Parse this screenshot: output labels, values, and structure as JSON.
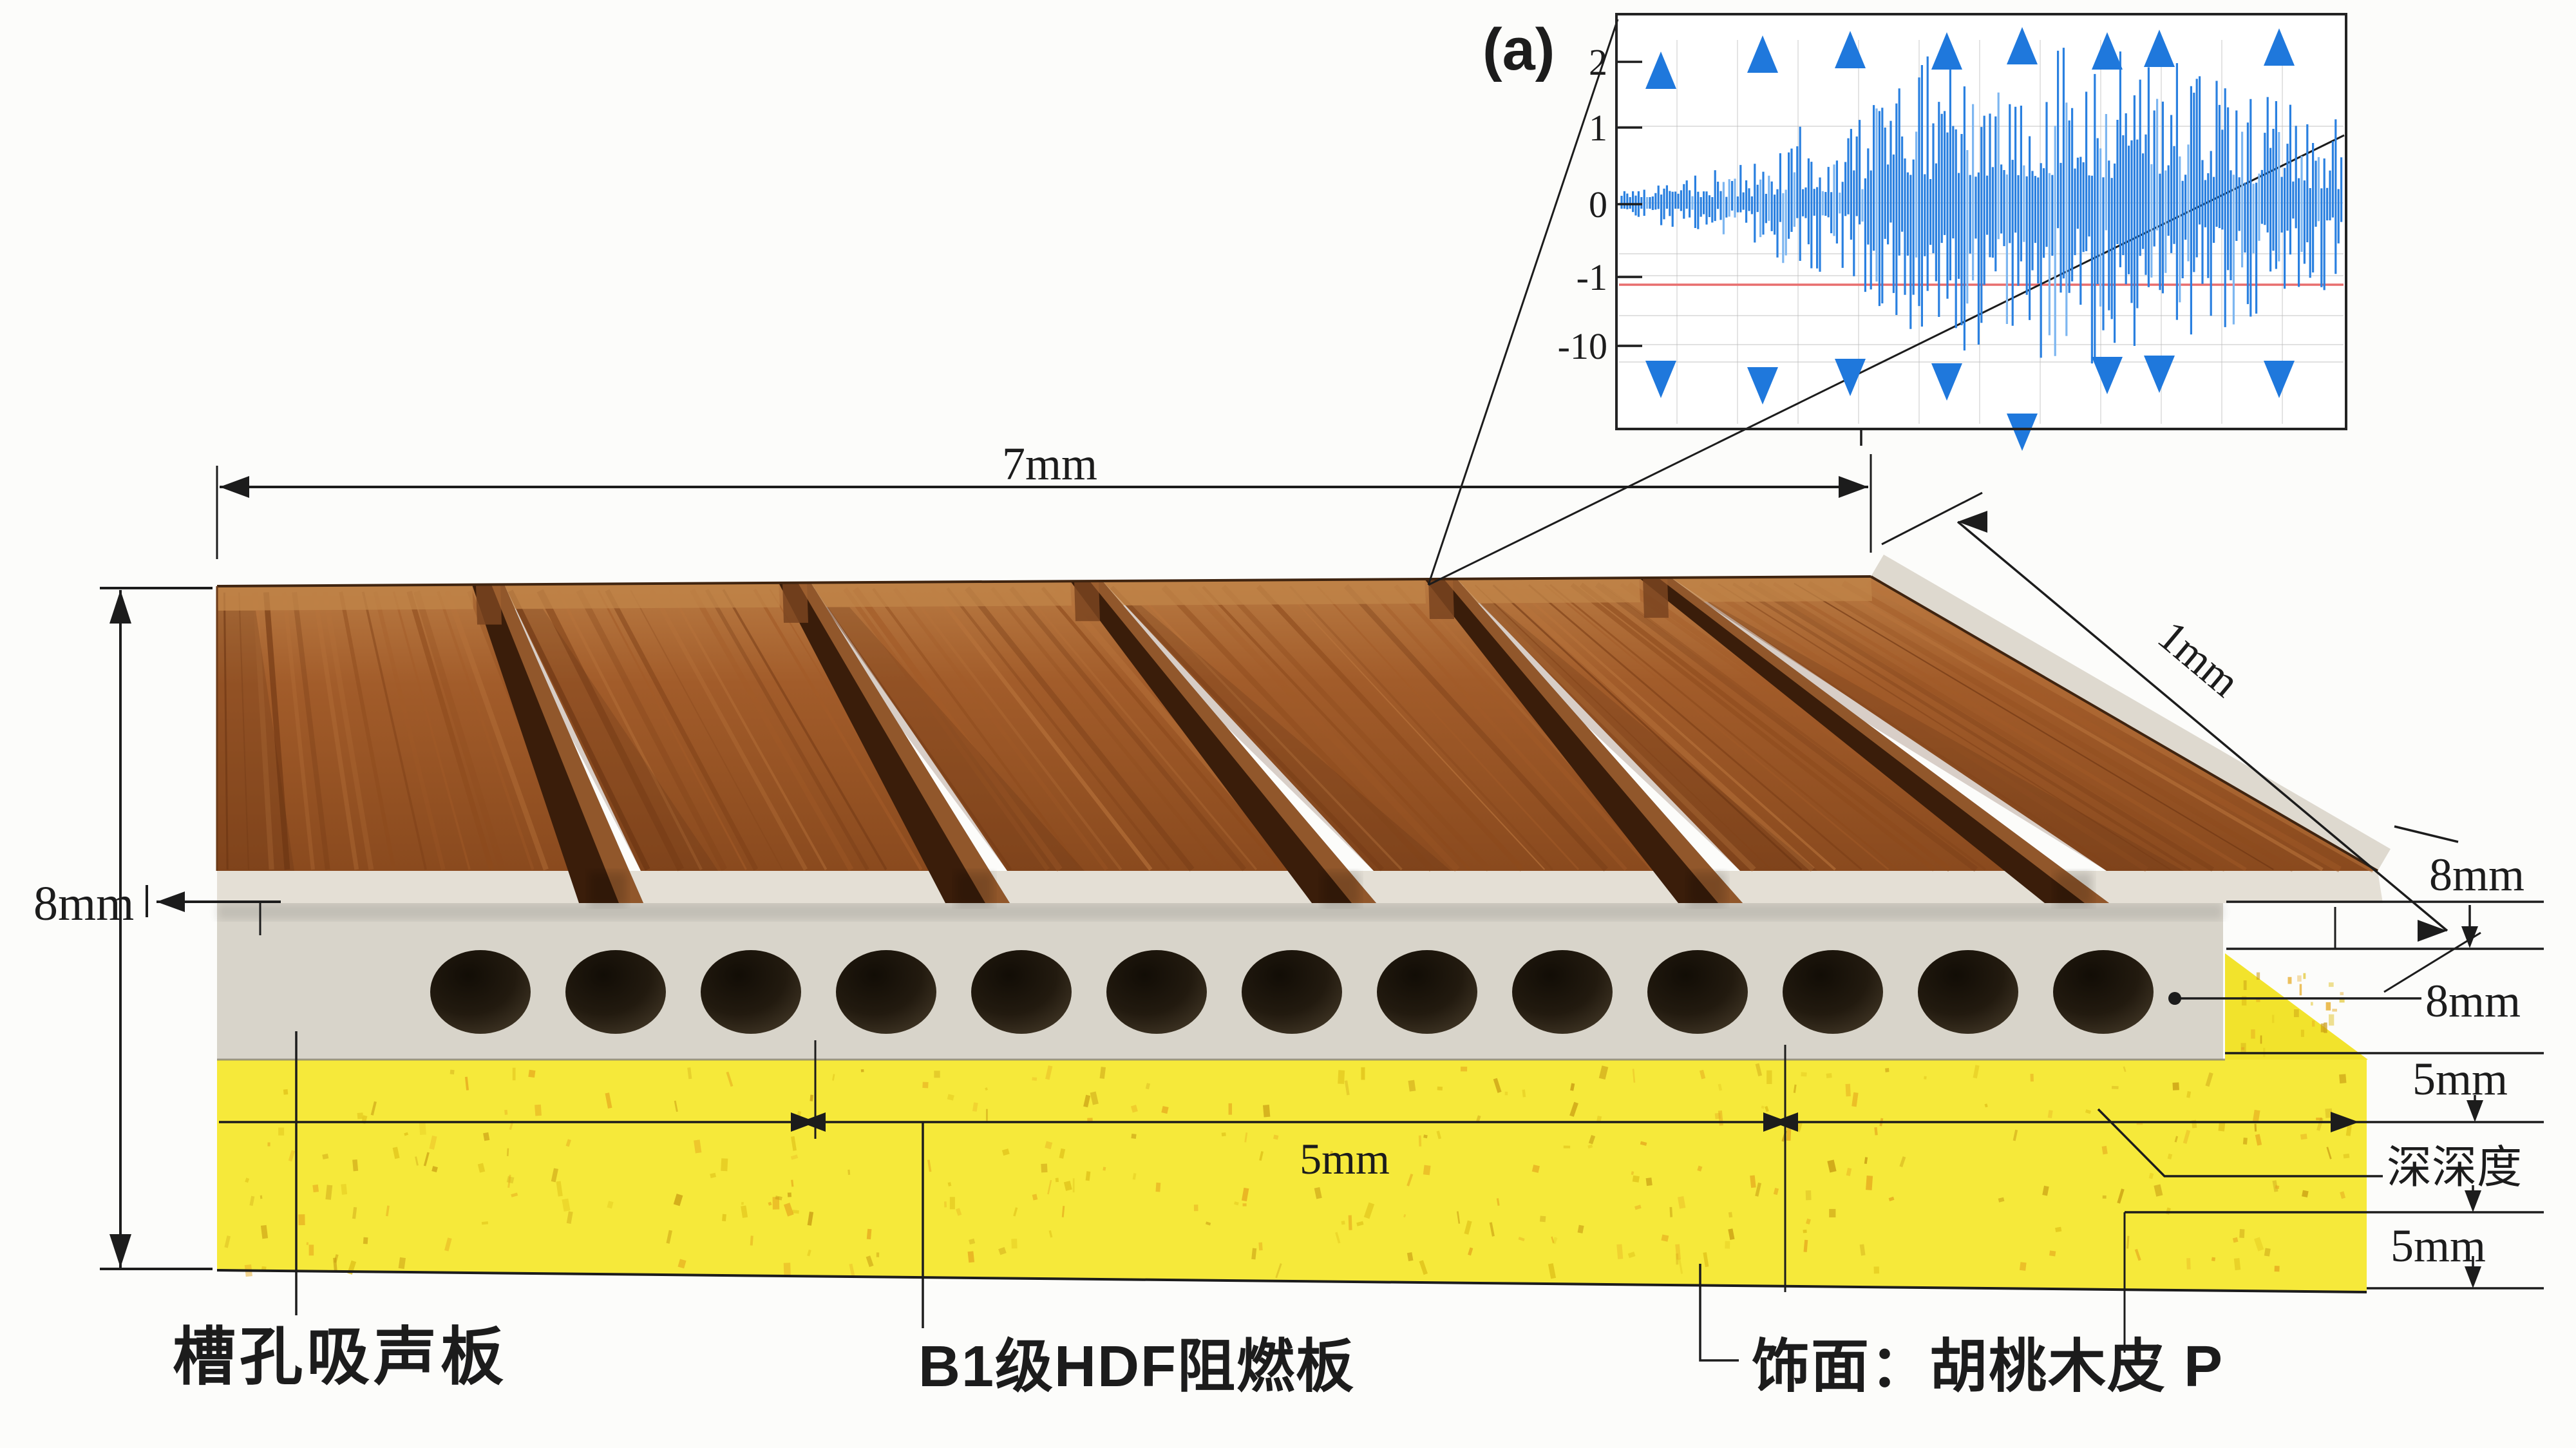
{
  "figure": {
    "kind": "acoustic-panel-structure-diagram",
    "background": "#fcfcfa",
    "line_color": "#1c1c1c"
  },
  "inset": {
    "corner_label": "(a)",
    "border_color": "#232323",
    "plot_bg": "#ffffff",
    "y_ticks": [
      "2",
      "1",
      "0",
      "-1",
      "-10"
    ],
    "wave_color": "#2a80e0",
    "wave_color_light": "#7db6f0",
    "arrow_color": "#1f78dc",
    "threshold_color": "#e86d6d",
    "grid_color": "#bdbdbd"
  },
  "chart_data": {
    "type": "line",
    "title": "(a) schematic audio waveform inset",
    "xlabel": "",
    "ylabel": "",
    "grid": true,
    "legend": false,
    "y_tick_labels": [
      "2",
      "1",
      "0",
      "-1",
      "-10"
    ],
    "x_tick_labels": [],
    "series": [
      {
        "name": "audio-waveform",
        "color": "#2a80e0",
        "description": "dense oscillation centered on 0, amplitude grows toward middle/right",
        "envelope_x_frac_amp": [
          [
            0,
            0.09
          ],
          [
            0.1,
            0.17
          ],
          [
            0.2,
            0.26
          ],
          [
            0.25,
            0.47
          ],
          [
            0.3,
            0.36
          ],
          [
            0.35,
            0.59
          ],
          [
            0.45,
            0.98
          ],
          [
            0.5,
            0.84
          ],
          [
            0.55,
            1.0
          ],
          [
            0.6,
            0.92
          ],
          [
            0.65,
            0.97
          ],
          [
            0.7,
            0.9
          ],
          [
            0.75,
            0.87
          ],
          [
            0.8,
            0.8
          ],
          [
            0.85,
            0.73
          ],
          [
            0.9,
            0.63
          ],
          [
            1,
            0.49
          ]
        ]
      },
      {
        "name": "threshold-line",
        "color": "#e86d6d",
        "y_axis_value": -1.2
      }
    ],
    "annotations": {
      "double_headed_vertical_arrows_x_frac": [
        0.058,
        0.198,
        0.319,
        0.451,
        0.555,
        0.672,
        0.743,
        0.908
      ]
    }
  },
  "dims": {
    "top_width": {
      "label": "7mm"
    },
    "left_height": {
      "label": "8mm"
    },
    "left_top": {
      "label": "8mm"
    },
    "edge_depth": {
      "label": "1mm"
    },
    "groove_pitch": {
      "label": "5mm"
    },
    "right_stack": [
      {
        "label": "8mm"
      },
      {
        "label": "8mm"
      },
      {
        "label": "5mm"
      },
      {
        "label": "深深度"
      },
      {
        "label": "5mm"
      }
    ]
  },
  "labels": [
    {
      "text": "槽孔吸声板"
    },
    {
      "text": "B1级HDF阻燃板"
    },
    {
      "text": "饰面：胡桃木皮 P"
    }
  ],
  "panel": {
    "slat_count": 6,
    "groove_count": 5,
    "hole_count": 13,
    "wood_color": "#9d5726",
    "wood_light": "#c08448",
    "wood_dark": "#6e3512",
    "groove_color": "#3a1d0a",
    "face_color": "#d8d4ca",
    "sliver_color": "#e4dfd5",
    "hole_color": "#1c150c",
    "absorber_color": "#f6e93a",
    "absorber_block_color": "#cfc41e",
    "speckle_color": "#dfa81e"
  }
}
